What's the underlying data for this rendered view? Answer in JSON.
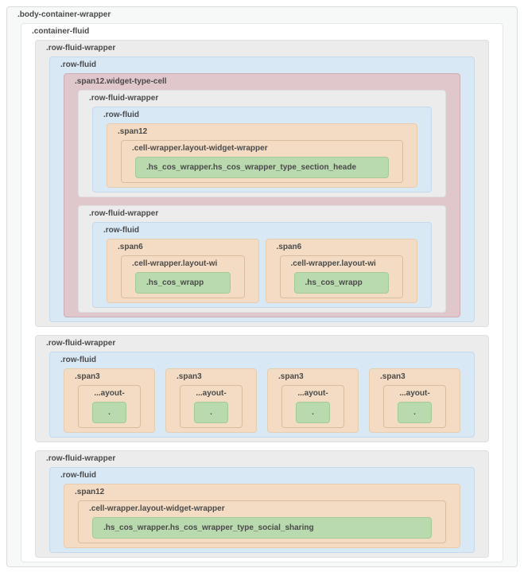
{
  "colors": {
    "page_bg": "#ffffff",
    "outer_bg": "#f7f8f8",
    "outer_border": "#d9dbdc",
    "white_bg": "#ffffff",
    "white_border": "#e4e6e7",
    "gray_bg": "#ececec",
    "gray_border": "#dfdfdf",
    "blue_bg": "#d9e8f5",
    "blue_border": "#c5d9ec",
    "pink_bg": "#e0c7cc",
    "pink_border": "#cfadb5",
    "peach_bg": "#f4dcc4",
    "peach_border": "#e8ccae",
    "cell_border": "#d9bd9f",
    "green_bg": "#b9d9ae",
    "green_border": "#a2cb95",
    "label_color": "#4a4a4a"
  },
  "diagram": {
    "root": {
      "name": "body-container-wrapper",
      "label": ".body-container-wrapper",
      "type": "outer",
      "children": [
        {
          "name": "container-fluid",
          "label": ".container-fluid",
          "type": "white",
          "children": [
            {
              "name": "row-fluid-wrapper-1",
              "label": ".row-fluid-wrapper",
              "type": "gray",
              "children": [
                {
                  "name": "row-fluid-1",
                  "label": ".row-fluid",
                  "type": "blue",
                  "children": [
                    {
                      "name": "span12-widget-type-cell",
                      "label": ".span12.widget-type-cell",
                      "type": "pink",
                      "children": [
                        {
                          "name": "row-fluid-wrapper-1a",
                          "label": ".row-fluid-wrapper",
                          "type": "gray",
                          "children": [
                            {
                              "name": "row-fluid-1a",
                              "label": ".row-fluid",
                              "type": "blue",
                              "children": [
                                {
                                  "name": "span12-section-header",
                                  "label": ".span12",
                                  "type": "peach",
                                  "children": [
                                    {
                                      "name": "cell-wrapper-section-header",
                                      "label": ".cell-wrapper.layout-widget-wrapper",
                                      "type": "cell",
                                      "children": [
                                        {
                                          "name": "hs-cos-wrapper-section-header",
                                          "label": ".hs_cos_wrapper.hs_cos_wrapper_type_section_heade",
                                          "type": "green",
                                          "leaf": true
                                        }
                                      ]
                                    }
                                  ]
                                }
                              ]
                            }
                          ]
                        },
                        {
                          "name": "row-fluid-wrapper-1b",
                          "label": ".row-fluid-wrapper",
                          "type": "gray",
                          "children": [
                            {
                              "name": "row-fluid-1b",
                              "label": ".row-fluid",
                              "type": "blue",
                              "layout": "row",
                              "gap": 8,
                              "children": [
                                {
                                  "name": "span6-1",
                                  "label": ".span6",
                                  "type": "peach",
                                  "flex": true,
                                  "children": [
                                    {
                                      "name": "cell-wrapper-span6-1",
                                      "label": ".cell-wrapper.layout-wi",
                                      "type": "cell",
                                      "children": [
                                        {
                                          "name": "hs-cos-wrapper-span6-1",
                                          "label": ".hs_cos_wrapp",
                                          "type": "green",
                                          "leaf": true
                                        }
                                      ]
                                    }
                                  ]
                                },
                                {
                                  "name": "span6-2",
                                  "label": ".span6",
                                  "type": "peach",
                                  "flex": true,
                                  "children": [
                                    {
                                      "name": "cell-wrapper-span6-2",
                                      "label": ".cell-wrapper.layout-wi",
                                      "type": "cell",
                                      "children": [
                                        {
                                          "name": "hs-cos-wrapper-span6-2",
                                          "label": ".hs_cos_wrapp",
                                          "type": "green",
                                          "leaf": true
                                        }
                                      ]
                                    }
                                  ]
                                }
                              ]
                            }
                          ]
                        }
                      ]
                    }
                  ]
                }
              ]
            },
            {
              "name": "row-fluid-wrapper-2",
              "label": ".row-fluid-wrapper",
              "type": "gray",
              "children": [
                {
                  "name": "row-fluid-2",
                  "label": ".row-fluid",
                  "type": "blue",
                  "layout": "row",
                  "gap": 13,
                  "children": [
                    {
                      "name": "span3-1",
                      "label": ".span3",
                      "type": "peach",
                      "flex": true,
                      "children": [
                        {
                          "name": "cell-wrapper-span3-1",
                          "label": "...ayout-",
                          "type": "cell",
                          "align": "center",
                          "children": [
                            {
                              "name": "hs-cos-wrapper-span3-1",
                              "label": ".",
                              "type": "green",
                              "align": "center",
                              "leaf": true
                            }
                          ]
                        }
                      ]
                    },
                    {
                      "name": "span3-2",
                      "label": ".span3",
                      "type": "peach",
                      "flex": true,
                      "children": [
                        {
                          "name": "cell-wrapper-span3-2",
                          "label": "...ayout-",
                          "type": "cell",
                          "align": "center",
                          "children": [
                            {
                              "name": "hs-cos-wrapper-span3-2",
                              "label": ".",
                              "type": "green",
                              "align": "center",
                              "leaf": true
                            }
                          ]
                        }
                      ]
                    },
                    {
                      "name": "span3-3",
                      "label": ".span3",
                      "type": "peach",
                      "flex": true,
                      "children": [
                        {
                          "name": "cell-wrapper-span3-3",
                          "label": "...ayout-",
                          "type": "cell",
                          "align": "center",
                          "children": [
                            {
                              "name": "hs-cos-wrapper-span3-3",
                              "label": ".",
                              "type": "green",
                              "align": "center",
                              "leaf": true
                            }
                          ]
                        }
                      ]
                    },
                    {
                      "name": "span3-4",
                      "label": ".span3",
                      "type": "peach",
                      "flex": true,
                      "children": [
                        {
                          "name": "cell-wrapper-span3-4",
                          "label": "...ayout-",
                          "type": "cell",
                          "align": "center",
                          "children": [
                            {
                              "name": "hs-cos-wrapper-span3-4",
                              "label": ".",
                              "type": "green",
                              "align": "center",
                              "leaf": true
                            }
                          ]
                        }
                      ]
                    }
                  ]
                }
              ]
            },
            {
              "name": "row-fluid-wrapper-3",
              "label": ".row-fluid-wrapper",
              "type": "gray",
              "children": [
                {
                  "name": "row-fluid-3",
                  "label": ".row-fluid",
                  "type": "blue",
                  "children": [
                    {
                      "name": "span12-social-sharing",
                      "label": ".span12",
                      "type": "peach",
                      "children": [
                        {
                          "name": "cell-wrapper-social-sharing",
                          "label": ".cell-wrapper.layout-widget-wrapper",
                          "type": "cell",
                          "children": [
                            {
                              "name": "hs-cos-wrapper-social-sharing",
                              "label": ".hs_cos_wrapper.hs_cos_wrapper_type_social_sharing",
                              "type": "green",
                              "leaf": true
                            }
                          ]
                        }
                      ]
                    }
                  ]
                }
              ]
            }
          ]
        }
      ]
    }
  }
}
